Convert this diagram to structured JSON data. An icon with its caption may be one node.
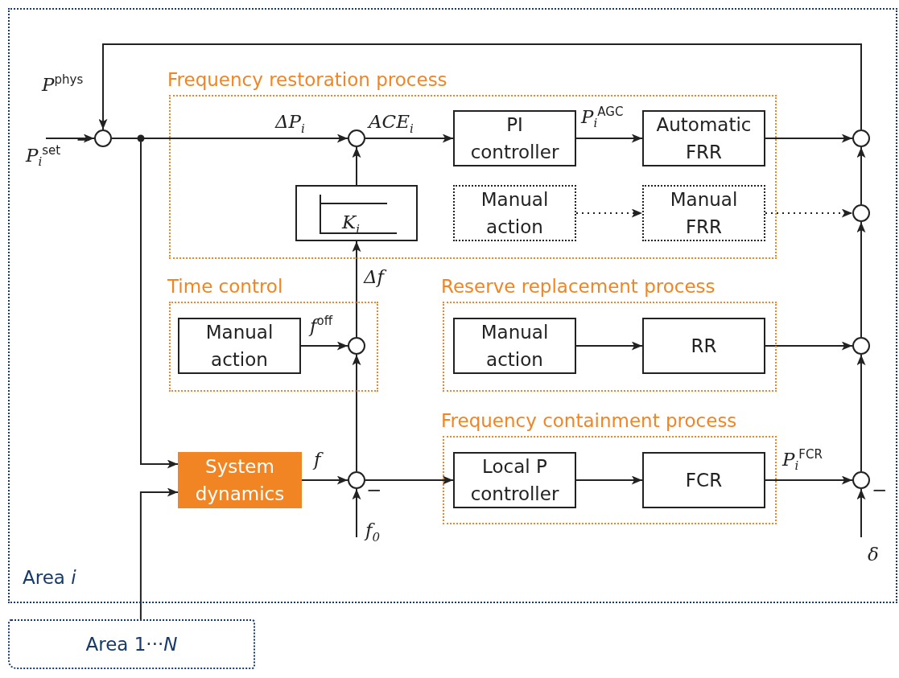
{
  "diagram": {
    "nodes": [
      {
        "text": [
          "Area *i*"
        ]
      },
      {
        "text": [],
        "shape": "circle",
        "in": 0
      },
      {
        "text": [
          "Frequency restoration process"
        ],
        "in": 0
      },
      {
        "text": [],
        "shape": "circle",
        "in": 2
      },
      {
        "text": [
          "PI controller"
        ],
        "in": 2
      },
      {
        "text": [
          "Automatic FRR"
        ],
        "in": 2
      },
      {
        "text": [],
        "shape": "circle",
        "in": 0
      },
      {
        "text": [
          "*K*$_{i}$"
        ],
        "in": 2
      },
      {
        "text": [
          "Manual action"
        ],
        "in": 2
      },
      {
        "text": [
          "Manual FRR"
        ],
        "in": 2
      },
      {
        "text": [],
        "shape": "circle",
        "in": 0
      },
      {
        "text": [
          "Time control"
        ],
        "in": 0
      },
      {
        "text": [
          "Manual action"
        ],
        "in": 11
      },
      {
        "text": [],
        "shape": "circle",
        "in": 11
      },
      {
        "text": [
          "Reserve replacement process"
        ],
        "in": 0
      },
      {
        "text": [
          "Manual action"
        ],
        "in": 14
      },
      {
        "text": [
          "RR"
        ],
        "in": 14
      },
      {
        "text": [],
        "shape": "circle",
        "in": 0
      },
      {
        "text": [
          "Frequency containment process"
        ],
        "in": 0
      },
      {
        "text": [
          "Local P controller"
        ],
        "in": 18
      },
      {
        "text": [
          "FCR"
        ],
        "in": 18
      },
      {
        "text": [
          "System dynamics"
        ],
        "in": 0
      },
      {
        "text": [],
        "shape": "circle",
        "in": 0
      },
      {
        "text": [],
        "shape": "circle",
        "in": 0
      },
      {
        "text": [
          "Area 1···*N*"
        ]
      }
    ],
    "edges": [
      {
        "from": null,
        "to": 1,
        "arrow": "to",
        "label": "*P*$_{i}$$^{set}$"
      },
      {
        "from": 6,
        "to": 1,
        "arrow": "to",
        "label": "*P*$^{phys}$"
      },
      {
        "from": 1,
        "to": 3,
        "arrow": "to",
        "label": "*ΔP*$_{i}$"
      },
      {
        "from": 1,
        "to": 21,
        "arrow": "to"
      },
      {
        "from": 3,
        "to": 4,
        "arrow": "to",
        "label": "*ACE*$_{i}$"
      },
      {
        "from": 4,
        "to": 5,
        "arrow": "to",
        "label": "*P*$_{i}$$^{AGC}$"
      },
      {
        "from": 5,
        "to": 6,
        "arrow": "to"
      },
      {
        "from": 7,
        "to": 3,
        "arrow": "to"
      },
      {
        "from": 8,
        "to": 9,
        "arrow": "to",
        "style": "dashed"
      },
      {
        "from": 9,
        "to": 10,
        "arrow": "to",
        "style": "dashed"
      },
      {
        "from": 10,
        "to": 6,
        "arrow": "to"
      },
      {
        "from": 13,
        "to": 7,
        "arrow": "to",
        "label": "*Δf*"
      },
      {
        "from": 12,
        "to": 13,
        "arrow": "to",
        "label": "*f*$^{off}$"
      },
      {
        "from": 22,
        "to": 13,
        "arrow": "to"
      },
      {
        "from": 15,
        "to": 16,
        "arrow": "to"
      },
      {
        "from": 16,
        "to": 17,
        "arrow": "to"
      },
      {
        "from": 17,
        "to": 10,
        "arrow": "to"
      },
      {
        "from": 22,
        "to": 19,
        "arrow": "to"
      },
      {
        "from": 19,
        "to": 20,
        "arrow": "to"
      },
      {
        "from": 20,
        "to": 23,
        "arrow": "to",
        "label": "*P*$_{i}$$^{FCR}$"
      },
      {
        "from": 23,
        "to": 17,
        "arrow": "to"
      },
      {
        "from": 21,
        "to": 22,
        "arrow": "to",
        "label": "*f*"
      },
      {
        "from": null,
        "to": 22,
        "arrow": "to",
        "label": "*f*$_{0}$"
      },
      {
        "from": null,
        "to": 23,
        "arrow": "to",
        "label": "*δ*"
      },
      {
        "from": 24,
        "to": 21,
        "arrow": "to"
      }
    ],
    "labels": [
      "−",
      "−",
      "−"
    ]
  }
}
